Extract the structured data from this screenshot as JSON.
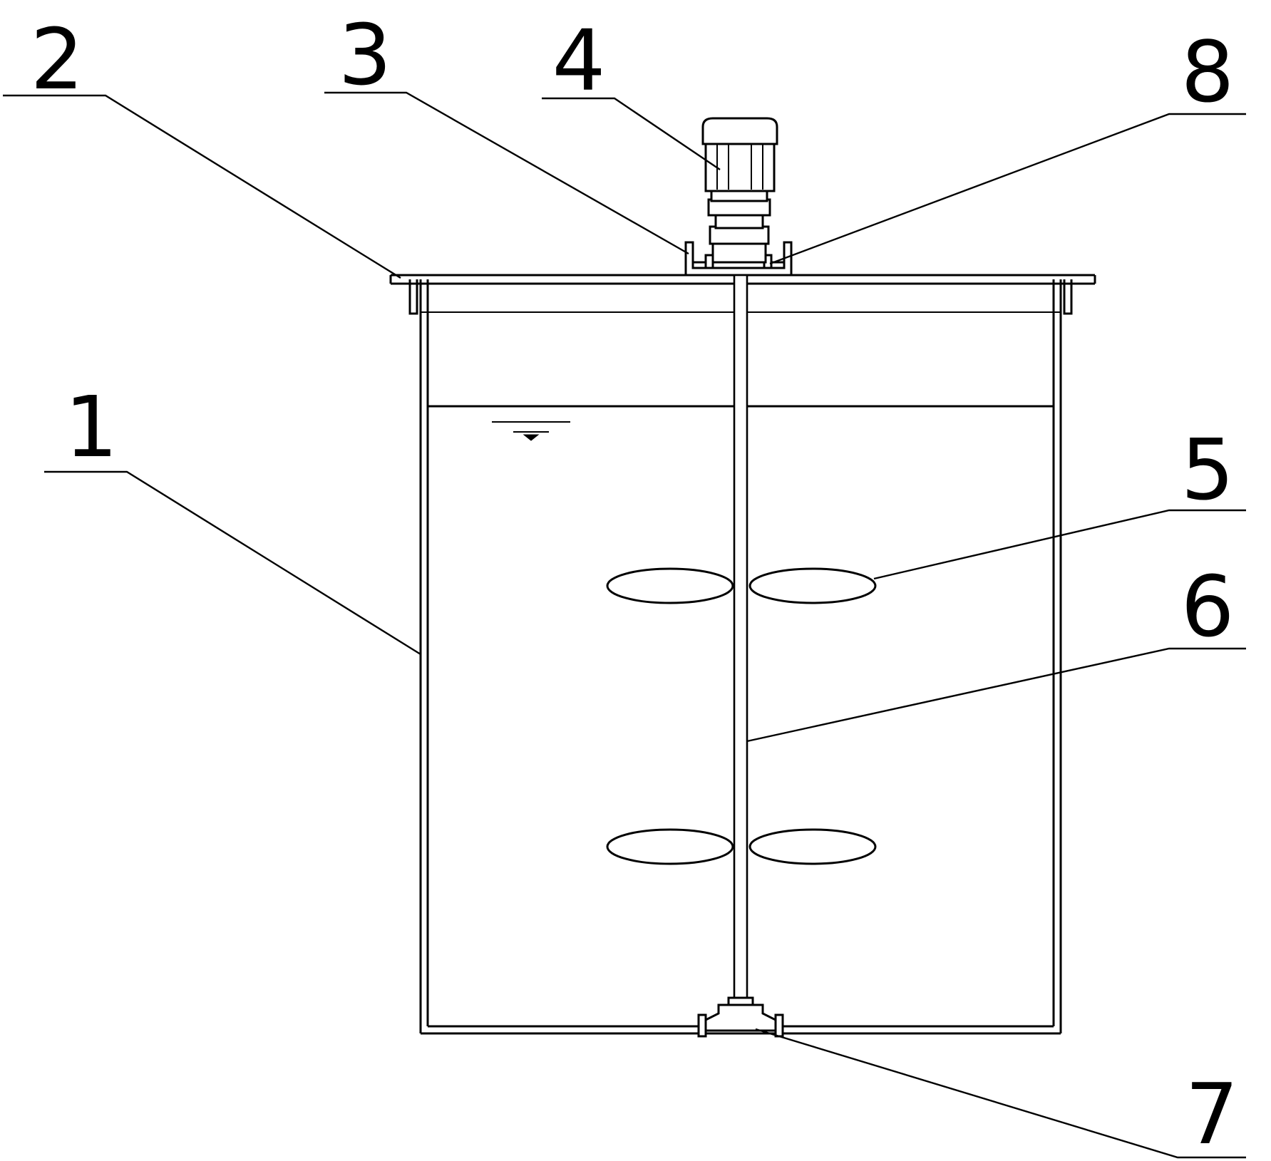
{
  "diagram": {
    "callouts": [
      {
        "id": "1",
        "label": "1",
        "part": "tank-body"
      },
      {
        "id": "2",
        "label": "2",
        "part": "top-flange"
      },
      {
        "id": "3",
        "label": "3",
        "part": "motor-mount"
      },
      {
        "id": "4",
        "label": "4",
        "part": "motor"
      },
      {
        "id": "5",
        "label": "5",
        "part": "impeller-blade"
      },
      {
        "id": "6",
        "label": "6",
        "part": "shaft"
      },
      {
        "id": "7",
        "label": "7",
        "part": "bottom-bearing"
      },
      {
        "id": "8",
        "label": "8",
        "part": "mount-bolt"
      }
    ],
    "colors": {
      "line": "#000000",
      "background": "#ffffff"
    }
  }
}
